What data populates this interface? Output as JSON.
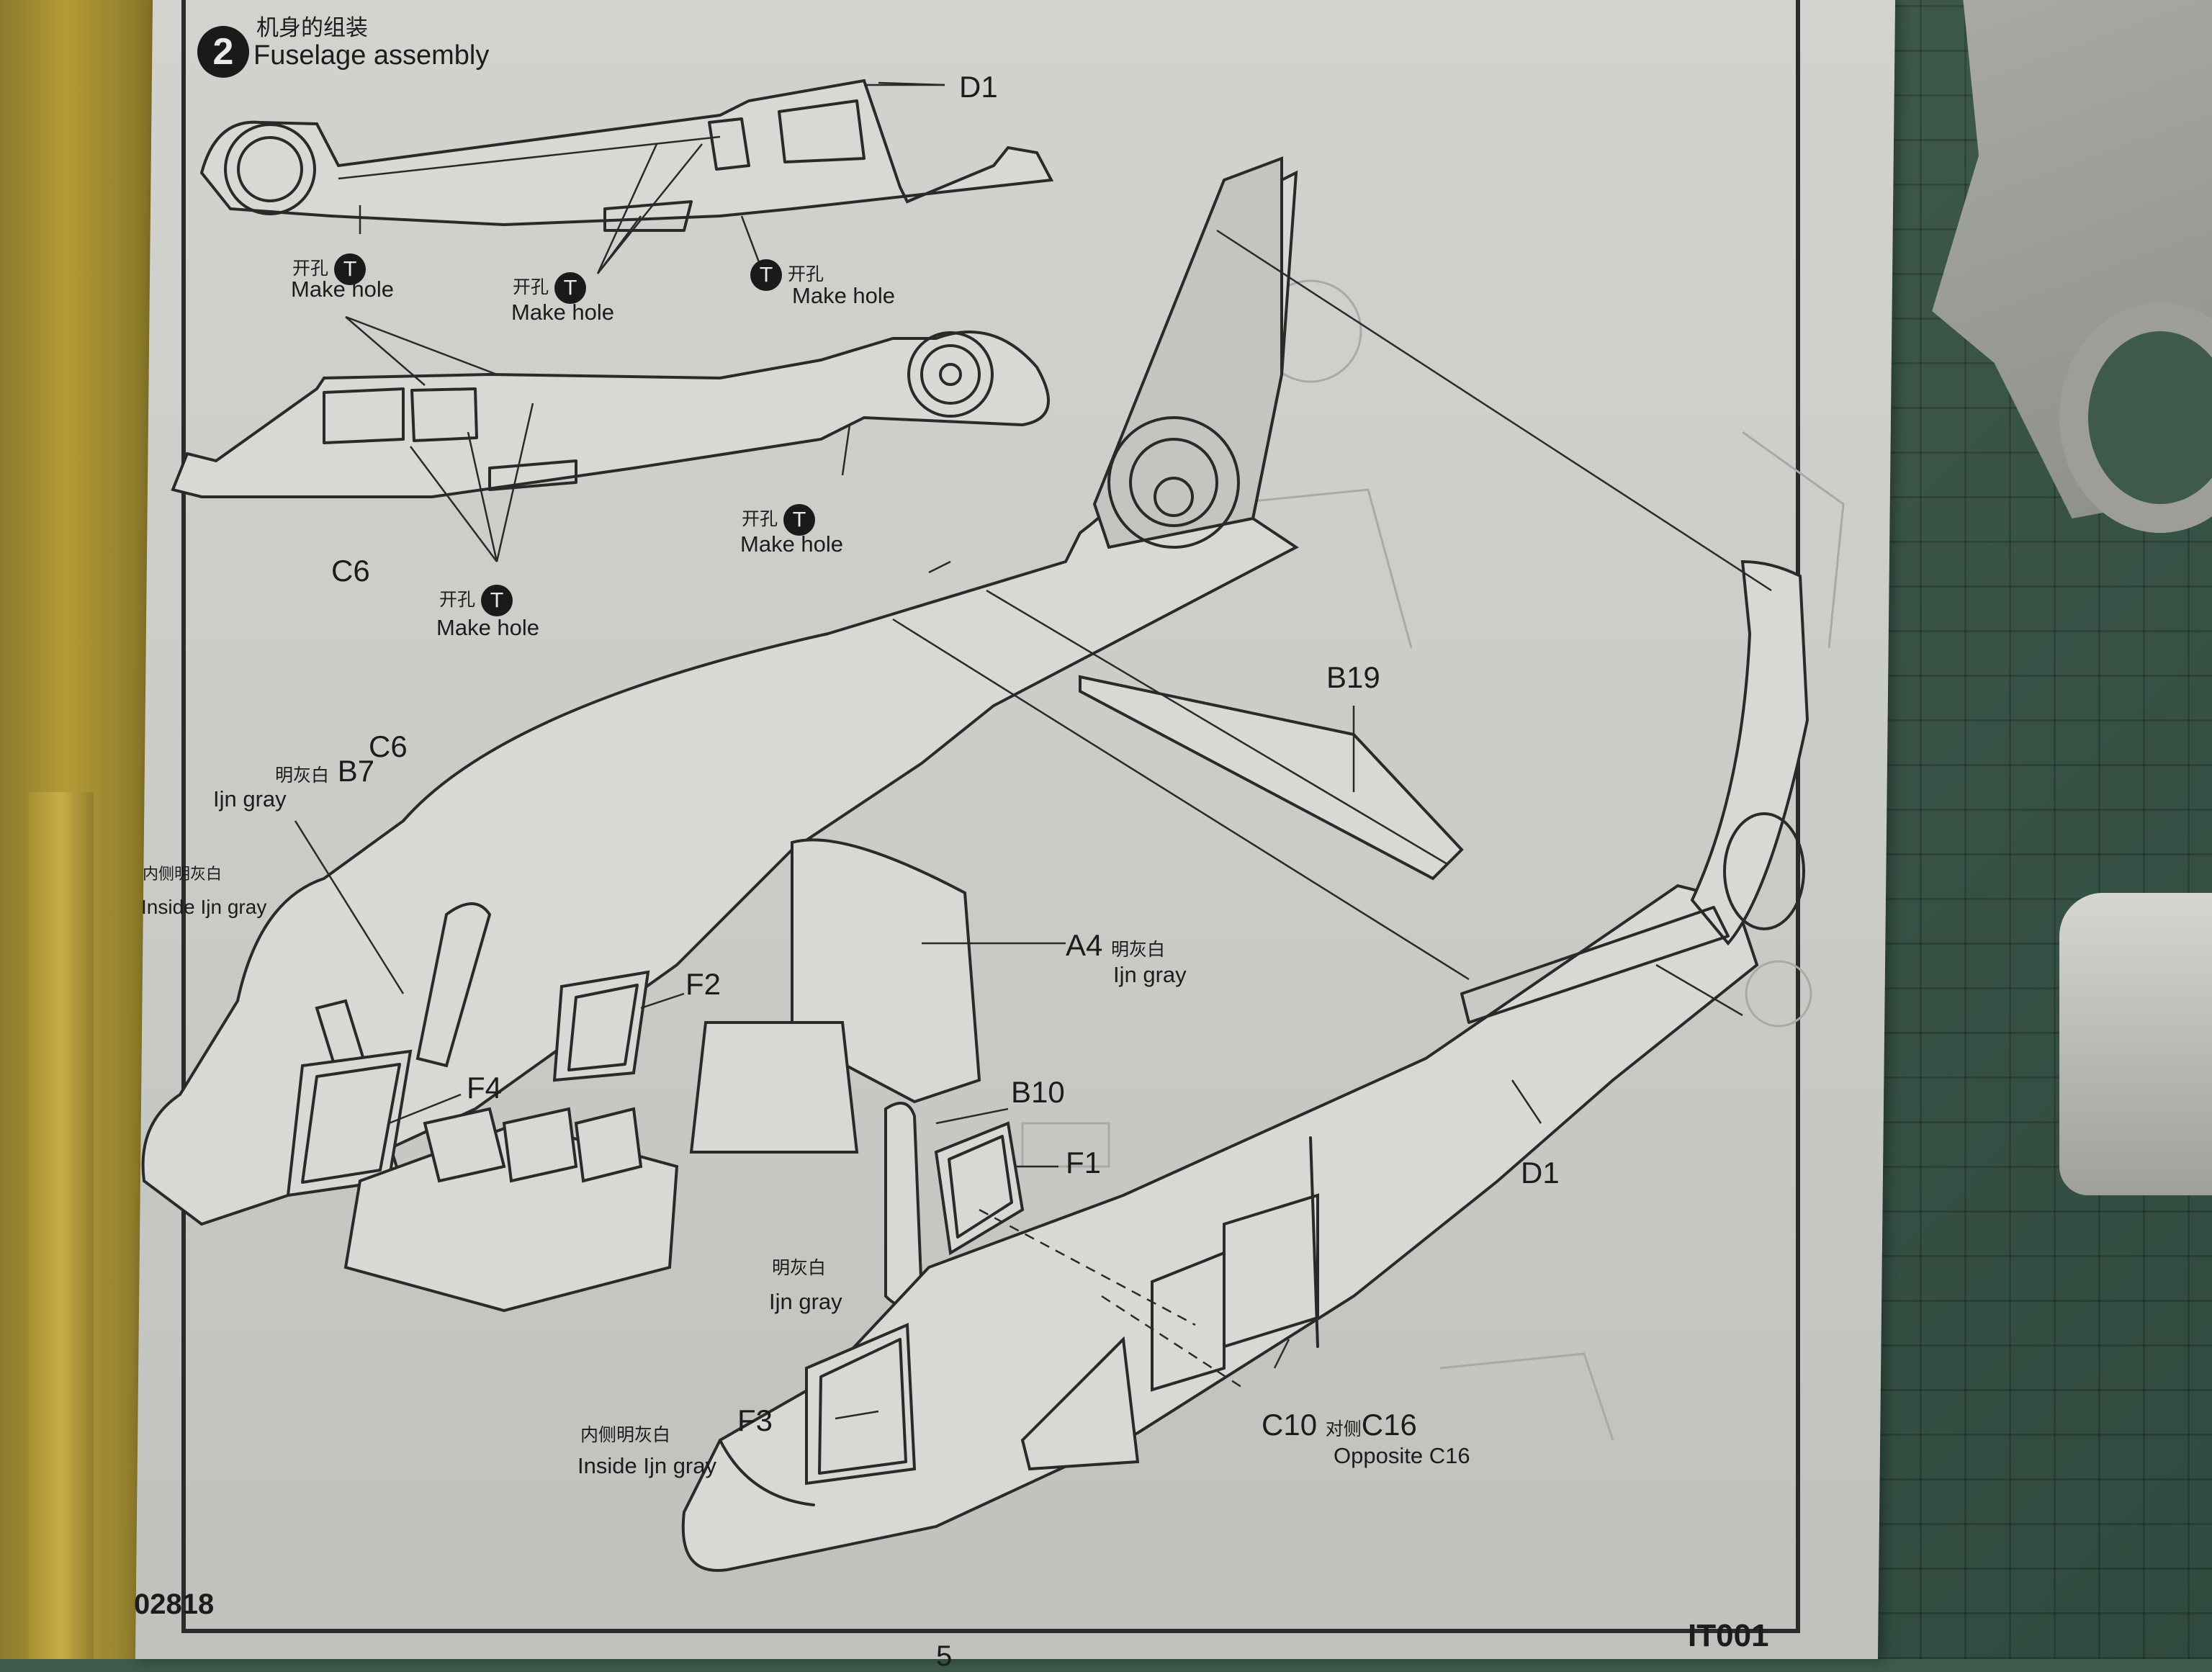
{
  "step": {
    "number": "2",
    "title_cn": "机身的组装",
    "title_en": "Fuselage assembly"
  },
  "make_hole": {
    "cn": "开孔",
    "en": "Make hole",
    "icon": "drill-icon"
  },
  "parts": {
    "d1_top": "D1",
    "c6_side": "C6",
    "c6_main": "C6",
    "b19": "B19",
    "b7": "B7",
    "a4": "A4",
    "f2": "F2",
    "f4": "F4",
    "b10": "B10",
    "f1": "F1",
    "d1_tail": "D1",
    "f3": "F3",
    "c10": "C10"
  },
  "colors": {
    "b7": {
      "cn": "明灰白",
      "en": "Ijn gray"
    },
    "inside_left": {
      "cn": "内侧明灰白",
      "en": "Inside Ijn gray"
    },
    "a4": {
      "cn": "明灰白",
      "en": "Ijn gray"
    },
    "b10": {
      "cn": "明灰白",
      "en": "Ijn gray"
    },
    "inside_nose": {
      "cn": "内侧明灰白",
      "en": "Inside Ijn gray"
    }
  },
  "opposite": {
    "cn": "对侧",
    "part": "C16",
    "en": "Opposite C16"
  },
  "footer": {
    "code_left": "02818",
    "code_right": "IT001",
    "page": "5"
  }
}
